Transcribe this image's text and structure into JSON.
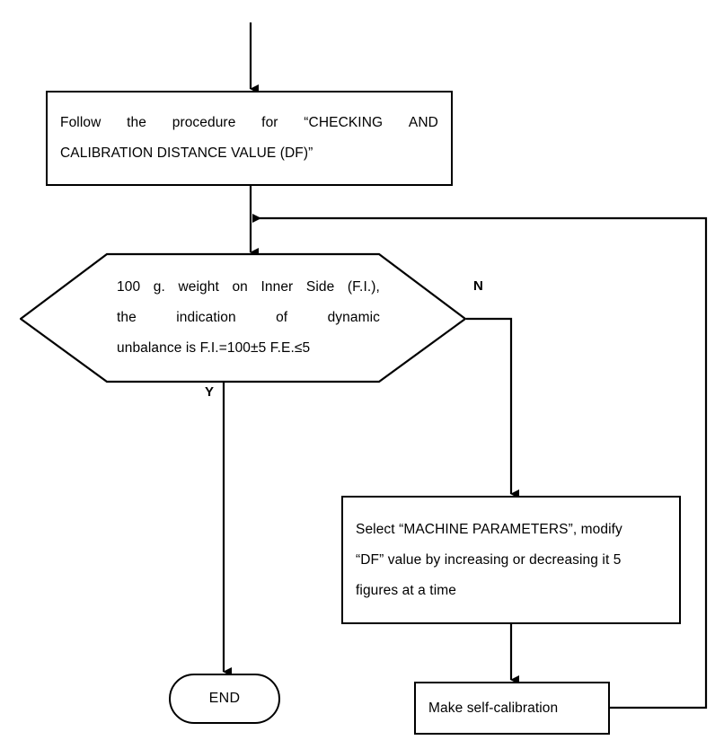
{
  "diagram": {
    "title": "Checking and calibration distance value (DF) flowchart",
    "stroke_color": "#000000",
    "background_color": "#ffffff"
  },
  "nodes": {
    "process_follow_procedure": {
      "type": "process",
      "lines": [
        [
          "Follow",
          "the",
          "procedure",
          "for",
          "“CHECKING",
          "AND"
        ],
        [
          "CALIBRATION DISTANCE VALUE (DF)”"
        ]
      ]
    },
    "decision_check_unbalance": {
      "type": "decision",
      "lines": [
        [
          "100",
          "g.",
          "weight",
          "on",
          "Inner",
          "Side",
          "(F.I.),"
        ],
        [
          "the",
          "indication",
          "of",
          "dynamic"
        ],
        [
          "unbalance is F.I.=100±5 F.E.≤5"
        ]
      ]
    },
    "process_modify_df": {
      "type": "process",
      "lines": [
        [
          "Select “MACHINE PARAMETERS”, modify"
        ],
        [
          "“DF” value by increasing or decreasing it 5"
        ],
        [
          "figures at a time"
        ]
      ]
    },
    "process_self_calibration": {
      "type": "process",
      "lines": [
        [
          "Make self-calibration"
        ]
      ]
    },
    "terminator_end": {
      "type": "terminator",
      "label": "END"
    }
  },
  "branch_labels": {
    "yes": "Y",
    "no": "N"
  }
}
